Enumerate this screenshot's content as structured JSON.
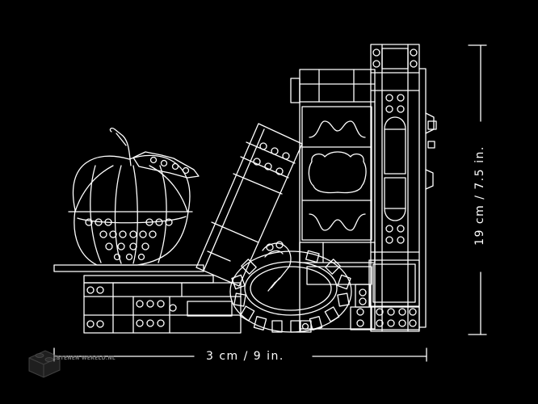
{
  "dimensions": {
    "width_label": "3 cm / 9 in.",
    "height_label": "19 cm / 7.5 in."
  },
  "watermark": {
    "brand": "Stenen Wereld.nl"
  },
  "colors": {
    "background": "#000000",
    "line": "#ffffff",
    "watermark": "#6e6e6e"
  }
}
